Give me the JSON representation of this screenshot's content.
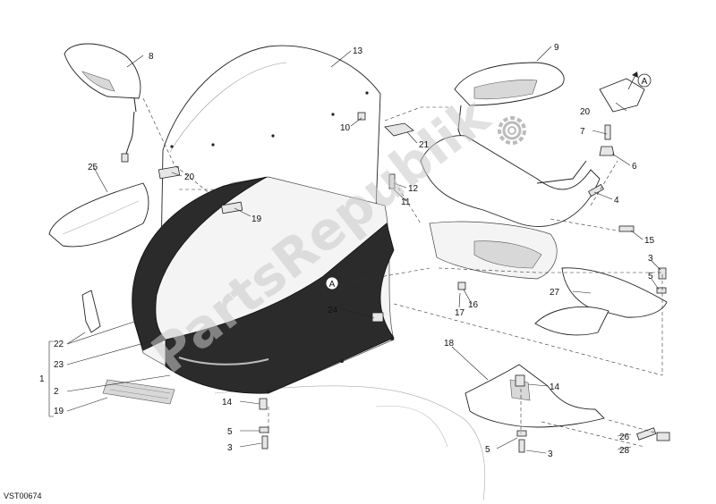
{
  "diagram": {
    "code": "VST00674",
    "watermark": "PartsRepublik",
    "callouts": [
      {
        "id": "c1",
        "text": "1"
      },
      {
        "id": "c2",
        "text": "2"
      },
      {
        "id": "c3a",
        "text": "3"
      },
      {
        "id": "c3b",
        "text": "3"
      },
      {
        "id": "c3c",
        "text": "3"
      },
      {
        "id": "c4",
        "text": "4"
      },
      {
        "id": "c5a",
        "text": "5"
      },
      {
        "id": "c5b",
        "text": "5"
      },
      {
        "id": "c5c",
        "text": "5"
      },
      {
        "id": "c6",
        "text": "6"
      },
      {
        "id": "c7",
        "text": "7"
      },
      {
        "id": "c8",
        "text": "8"
      },
      {
        "id": "c9",
        "text": "9"
      },
      {
        "id": "c10",
        "text": "10"
      },
      {
        "id": "c11",
        "text": "11"
      },
      {
        "id": "c12",
        "text": "12"
      },
      {
        "id": "c13",
        "text": "13"
      },
      {
        "id": "c14a",
        "text": "14"
      },
      {
        "id": "c14b",
        "text": "14"
      },
      {
        "id": "c15",
        "text": "15"
      },
      {
        "id": "c16",
        "text": "16"
      },
      {
        "id": "c17",
        "text": "17"
      },
      {
        "id": "c18",
        "text": "18"
      },
      {
        "id": "c19a",
        "text": "19"
      },
      {
        "id": "c19b",
        "text": "19"
      },
      {
        "id": "c20a",
        "text": "20"
      },
      {
        "id": "c20b",
        "text": "20"
      },
      {
        "id": "c21",
        "text": "21"
      },
      {
        "id": "c22",
        "text": "22"
      },
      {
        "id": "c23",
        "text": "23"
      },
      {
        "id": "c24",
        "text": "24"
      },
      {
        "id": "c25",
        "text": "25"
      },
      {
        "id": "c26",
        "text": "26"
      },
      {
        "id": "c27",
        "text": "27"
      },
      {
        "id": "c28",
        "text": "28"
      }
    ],
    "refs": [
      {
        "id": "rA1",
        "text": "A"
      },
      {
        "id": "rA2",
        "text": "A"
      }
    ]
  }
}
